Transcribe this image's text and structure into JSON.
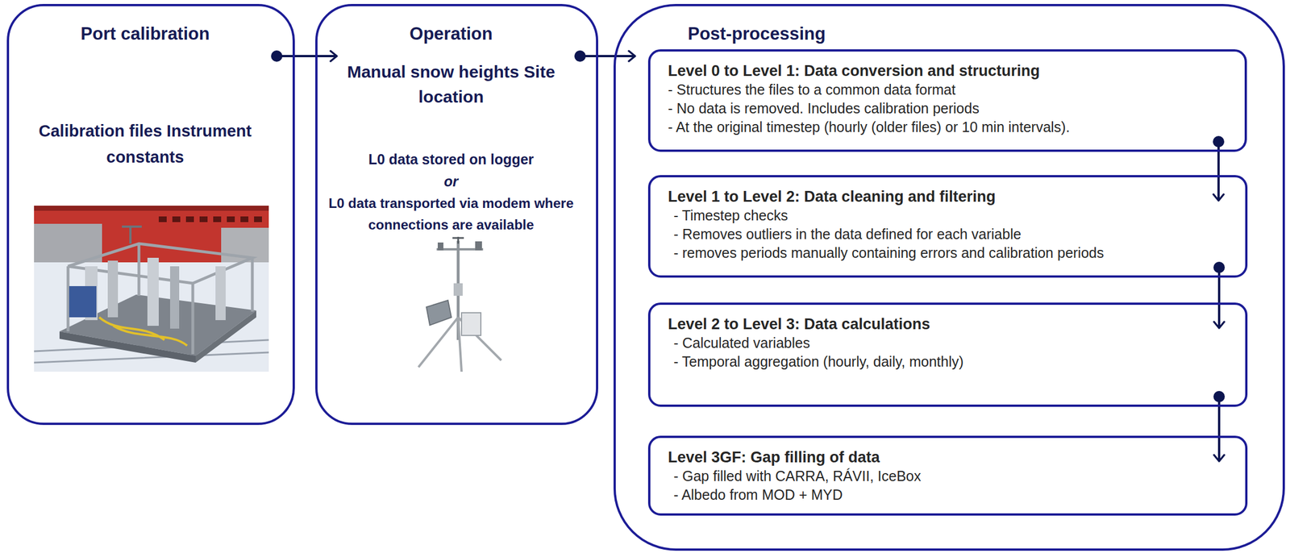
{
  "diagram": {
    "nodes": [
      {
        "text": [
          "Port calibration",
          "Calibration files Instrument constants"
        ]
      },
      {
        "text": [
          "Operation",
          "Manual snow heights Site location",
          "L0 data stored on logger",
          "or",
          "L0 data transported via modem where connections are available"
        ]
      },
      {
        "text": [
          "Post-processing"
        ]
      },
      {
        "text": [
          "Level 0 to Level 1: Data conversion and structuring",
          "- Structures the files to a common data format",
          "- No data is removed. Includes calibration periods",
          "- At the original timestep (hourly (older files) or 10 min intervals)."
        ],
        "in": 2
      },
      {
        "text": [
          "Level 1 to Level 2: Data cleaning and filtering",
          "- Timestep checks",
          "- Removes outliers in the data defined for each variable",
          "- removes periods manually containing errors and calibration periods"
        ],
        "in": 2
      },
      {
        "text": [
          "Level 2 to Level 3: Data calculations",
          "- Calculated variables",
          "- Temporal aggregation (hourly, daily, monthly)"
        ],
        "in": 2
      },
      {
        "text": [
          "Level 3GF: Gap filling of data",
          "- Gap filled with CARRA, RÁVII, IceBox",
          "- Albedo from MOD + MYD"
        ],
        "in": 2
      }
    ],
    "edges": [
      {
        "from": 0,
        "to": 1,
        "arrow": "to"
      },
      {
        "from": 1,
        "to": 2,
        "arrow": "to"
      },
      {
        "from": 3,
        "to": 4,
        "arrow": "to"
      },
      {
        "from": 4,
        "to": 5,
        "arrow": "to"
      },
      {
        "from": 5,
        "to": 6,
        "arrow": "to"
      }
    ]
  }
}
